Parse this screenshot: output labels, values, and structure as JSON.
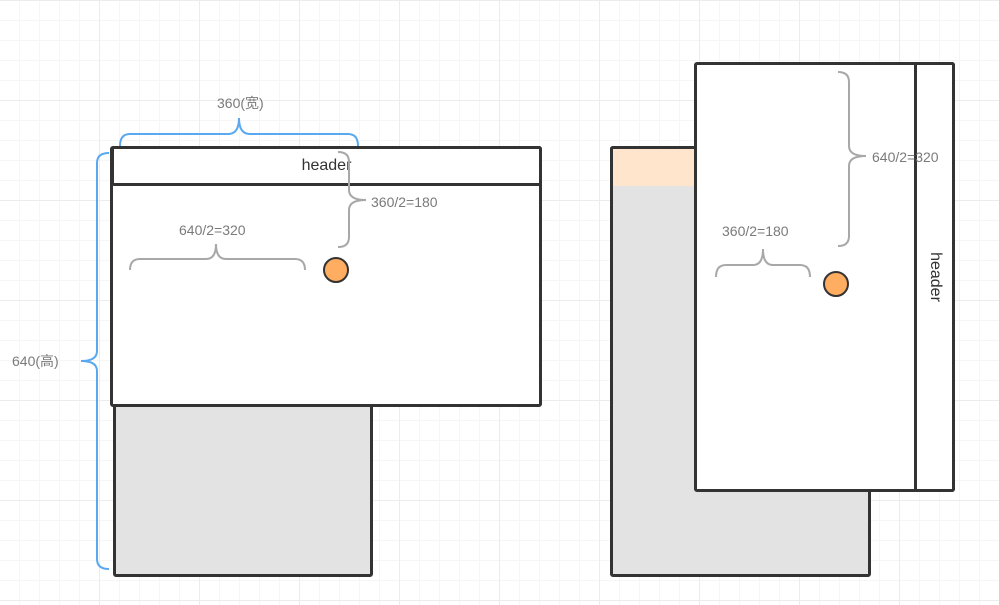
{
  "left_diagram": {
    "width_label": "360(宽)",
    "height_label": "640(高)",
    "header_label": "header",
    "half_width_label": "640/2=320",
    "half_height_label": "360/2=180"
  },
  "right_diagram": {
    "header_label": "header",
    "half_width_label": "360/2=180",
    "half_height_label": "640/2=320"
  },
  "colors": {
    "brace_blue": "#5aa9f0",
    "brace_gray": "#a8a8a8",
    "dot_orange": "#ffad60",
    "header_peach": "#ffe5cc",
    "phone_gray": "#e3e3e3",
    "outline": "#333333"
  }
}
